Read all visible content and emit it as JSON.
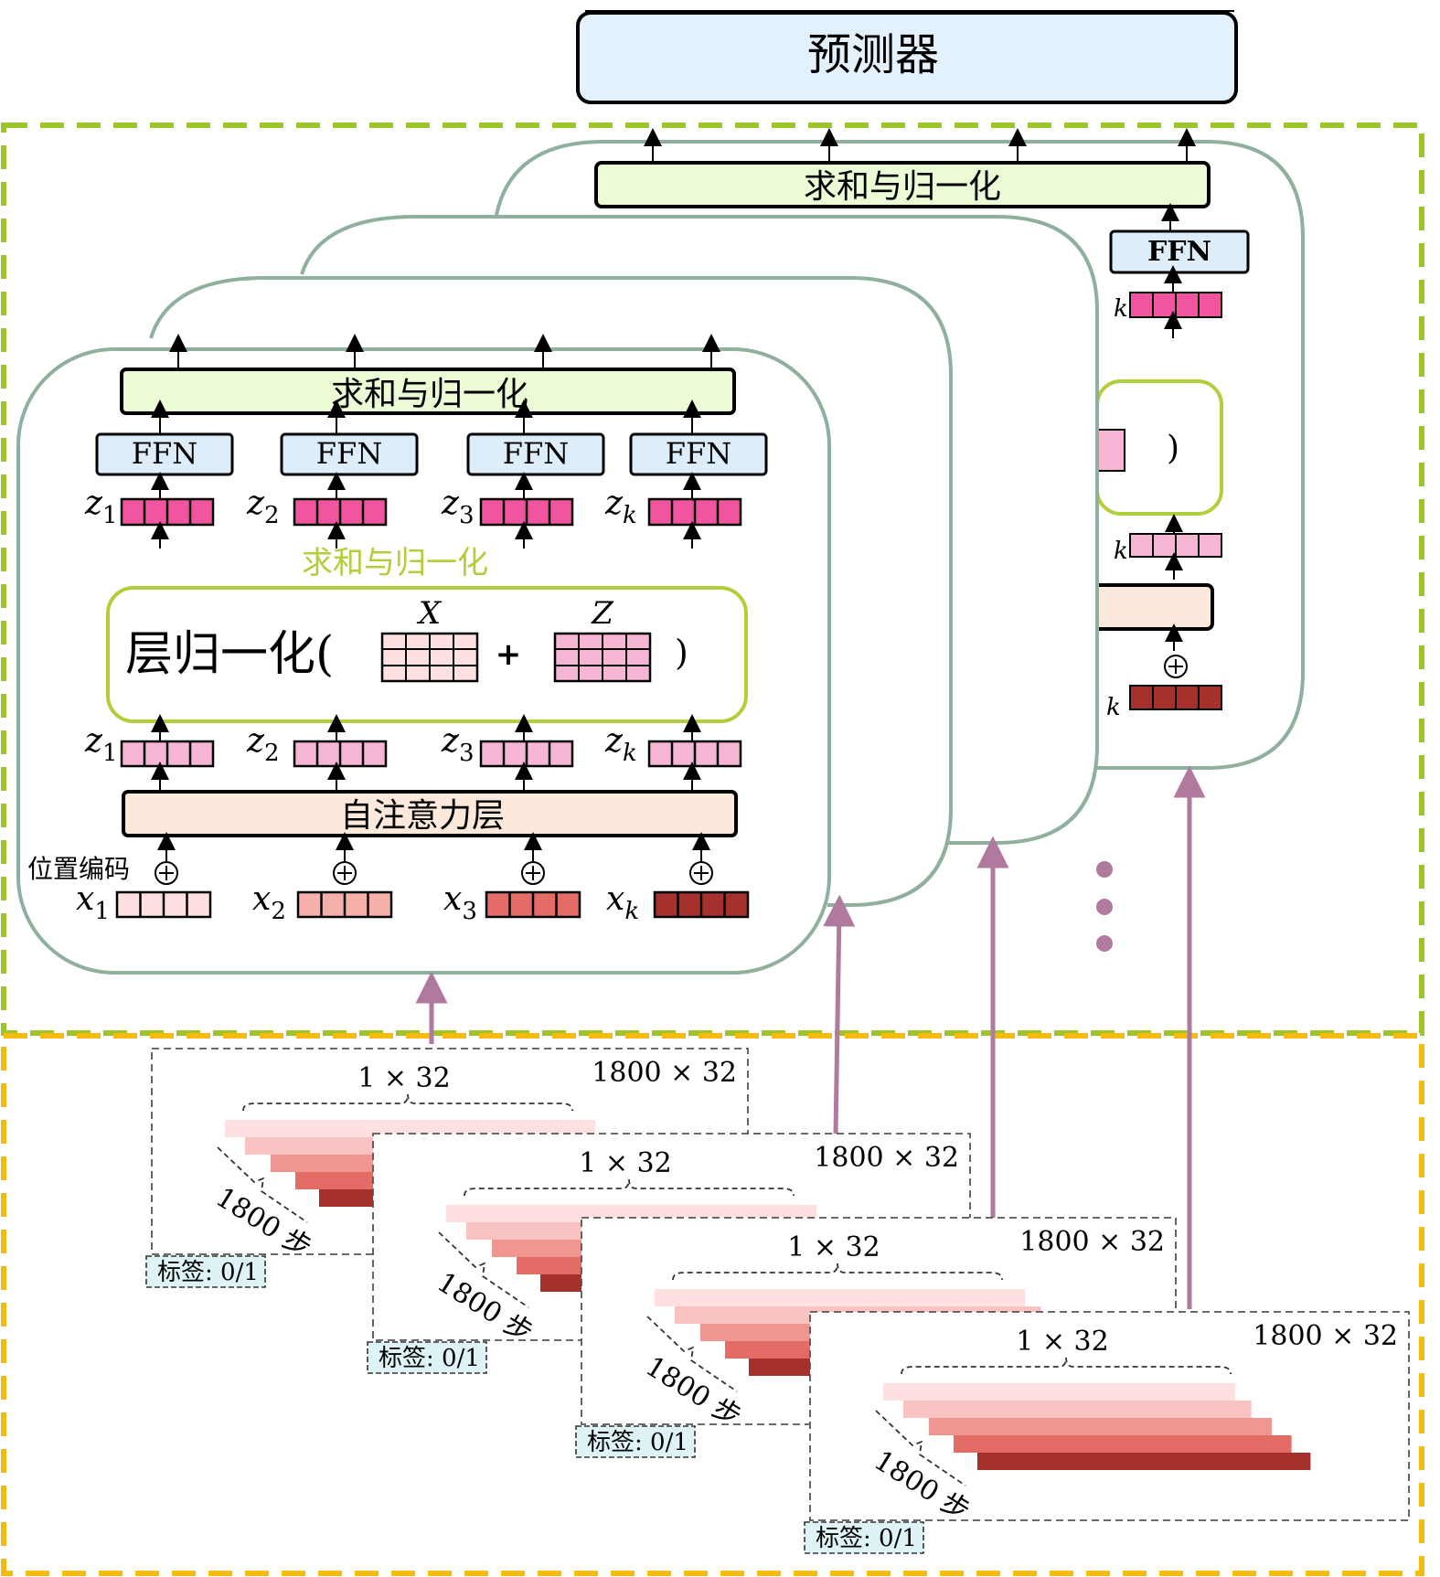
{
  "predictor": {
    "label": "预测器"
  },
  "encoder": {
    "sum_norm_top": "求和与归一化",
    "sum_norm_mid": "求和与归一化",
    "ffn_label": "FFN",
    "layer_norm_prefix": "层归一化(",
    "layer_norm_suffix": ")",
    "plus": "+",
    "x_matrix_label": "X",
    "z_matrix_label": "Z",
    "self_attention": "自注意力层",
    "pos_encoding": "位置编码",
    "z_vars": [
      "z",
      "z",
      "z",
      "z"
    ],
    "z_subs": [
      "1",
      "2",
      "3",
      "k"
    ],
    "x_vars": [
      "x",
      "x",
      "x",
      "x"
    ],
    "x_subs": [
      "1",
      "2",
      "3",
      "k"
    ],
    "back_ffn": "FFN",
    "back_sub": "k",
    "back_paren": ")"
  },
  "inputs": {
    "window_label": "1 × 32",
    "matrix_label": "1800 × 32",
    "steps_label": "1800 步",
    "tag_label": "标签: 0/1"
  },
  "colors": {
    "predictor_fill": "#e3f1fd",
    "green_bar": "#eafbd5",
    "ffn_fill": "#deedfa",
    "attn_fill": "#fde9db",
    "layer_norm_border": "#b0cf3a",
    "encoder_border": "#8fb09c",
    "encoder_frame": "#9cc52a",
    "input_frame": "#f5bb10",
    "arrow_mauve": "#b07a9e",
    "z_dark": "#f2559f",
    "z_light": "#f6b6d3",
    "x1": "#fde0df",
    "x2": "#f5b0aa",
    "x3": "#e36c66",
    "xk": "#a5302c",
    "tag_fill": "#def3f5"
  }
}
